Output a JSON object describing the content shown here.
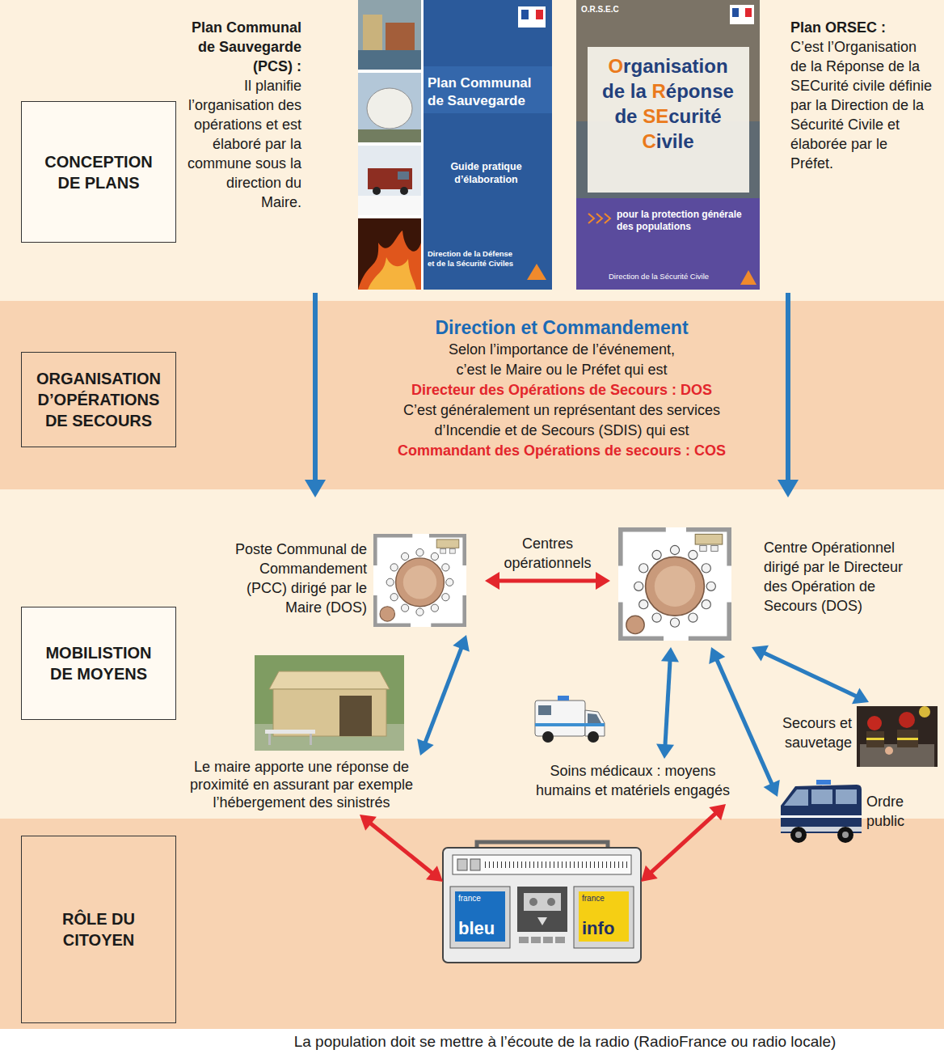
{
  "diagram": {
    "nodes": [
      {
        "text": [
          "CONCEPTION DE PLANS"
        ]
      },
      {
        "text": [
          "Plan Communal de Sauvegarde (PCS) :",
          "Il planifie l’organisation des opérations et est élaboré par la commune sous la direction du Maire.",
          "Plan Communal de Sauvegarde",
          "Guide pratique d’élaboration",
          "Direction de la Défense et de la Sécurité Civiles"
        ]
      },
      {
        "text": [
          "Plan ORSEC :",
          "C’est l’Organisation de la Réponse de la SECurité civile définie par la Direction de la Sécurité Civile et élaborée par le Préfet.",
          "O.R.S.E.C",
          "Organisation de la Réponse de SEcurité Civile",
          "pour la protection générale des populations",
          "Direction de la Sécurité Civile"
        ]
      },
      {
        "text": [
          "ORGANISATION D’OPÉRATIONS DE SECOURS"
        ]
      },
      {
        "text": [
          "MOBILISTION DE MOYENS"
        ]
      },
      {
        "text": [
          "Poste Communal de Commandement (PCC) dirigé par le Maire (DOS)"
        ]
      },
      {
        "text": [
          "Centre Opérationnel dirigé par le Directeur des Opération de Secours (DOS)"
        ]
      },
      {
        "text": [
          "Secours et sauvetage"
        ]
      },
      {
        "text": [
          "Le maire apporte une réponse de proximité en assurant par exemple l’hébergement des sinistrés"
        ]
      },
      {
        "text": [
          "Soins médicaux : moyens humains et matériels engagés"
        ]
      },
      {
        "text": [
          "Ordre public"
        ]
      },
      {
        "text": [
          "RÔLE DU CITOYEN"
        ]
      },
      {
        "text": [
          "france",
          "bleu",
          "france",
          "info"
        ]
      }
    ],
    "edges": [
      {
        "from": 1,
        "to": 5,
        "arrow": "to"
      },
      {
        "from": 2,
        "to": 6,
        "arrow": "to"
      },
      {
        "from": 5,
        "to": 6,
        "label": "Centres opérationnels",
        "arrow": "both"
      },
      {
        "from": 5,
        "to": 8,
        "arrow": "both"
      },
      {
        "from": 6,
        "to": 9,
        "arrow": "both"
      },
      {
        "from": 6,
        "to": 10,
        "arrow": "both"
      },
      {
        "from": 6,
        "to": 7,
        "arrow": "both"
      },
      {
        "from": 8,
        "to": 12,
        "arrow": "both"
      },
      {
        "from": 9,
        "to": 12,
        "arrow": "both"
      }
    ],
    "labels": [
      "Direction et Commandement",
      "Selon l’importance de l’événement, c’est le Maire ou le Préfet qui est",
      "Directeur des Opérations de Secours : DOS",
      "C’est généralement un représentant des services d’Incendie et de Secours (SDIS) qui est",
      "Commandant des Opérations de secours : COS",
      "La population doit se mettre à l’écoute de la radio (RadioFrance ou radio locale)"
    ]
  }
}
